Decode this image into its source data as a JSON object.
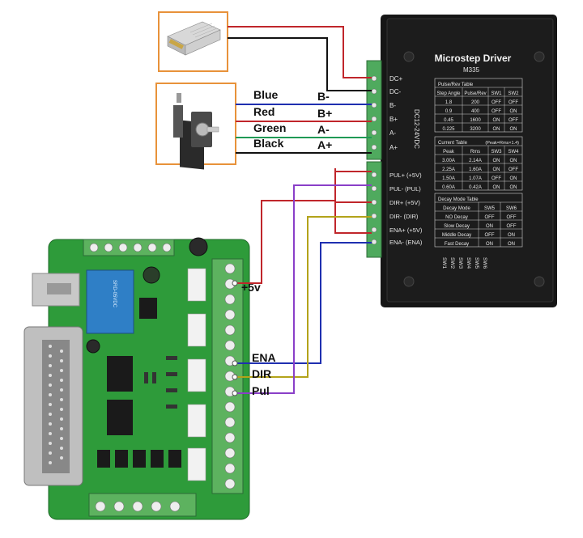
{
  "driver": {
    "title": "Microstep Driver",
    "model": "M335",
    "side_label": "DC12-24VDC",
    "power_terminals": [
      "DC+",
      "DC-",
      "B-",
      "B+",
      "A-",
      "A+"
    ],
    "signal_terminals": [
      "PUL+ (+5V)",
      "PUL- (PUL)",
      "DIR+ (+5V)",
      "DIR- (DIR)",
      "ENA+ (+5V)",
      "ENA- (ENA)"
    ],
    "pulse_table": {
      "title": "Pulse/Rev  Table",
      "headers": [
        "Step Angle",
        "Pulse/Rev",
        "SW1",
        "SW2"
      ],
      "rows": [
        [
          "1.8",
          "200",
          "OFF",
          "OFF"
        ],
        [
          "0.9",
          "400",
          "OFF",
          "ON"
        ],
        [
          "0.45",
          "1600",
          "ON",
          "OFF"
        ],
        [
          "0.225",
          "3200",
          "ON",
          "ON"
        ]
      ]
    },
    "current_table": {
      "title": "Current  Table",
      "note": "(Peak=Rms×1.4)",
      "headers": [
        "Peak",
        "Rms",
        "SW3",
        "SW4"
      ],
      "rows": [
        [
          "3.00A",
          "2.14A",
          "ON",
          "ON"
        ],
        [
          "2.25A",
          "1.60A",
          "ON",
          "OFF"
        ],
        [
          "1.50A",
          "1.07A",
          "OFF",
          "ON"
        ],
        [
          "0.60A",
          "0.42A",
          "ON",
          "ON"
        ]
      ]
    },
    "decay_table": {
      "title": "Decay Mode Table",
      "headers": [
        "Decay Mode",
        "SW5",
        "SW6"
      ],
      "rows": [
        [
          "NO Decay",
          "OFF",
          "OFF"
        ],
        [
          "Slow Decay",
          "ON",
          "OFF"
        ],
        [
          "Middle Decay",
          "OFF",
          "ON"
        ],
        [
          "Fast Decay",
          "ON",
          "ON"
        ]
      ]
    },
    "switches": [
      "SW1",
      "SW2",
      "SW3",
      "SW4",
      "SW5",
      "SW6"
    ]
  },
  "motor_wires": [
    {
      "color_name": "Blue",
      "terminal": "B-",
      "color": "#1f2fb0"
    },
    {
      "color_name": "Red",
      "terminal": "B+",
      "color": "#c0262b"
    },
    {
      "color_name": "Green",
      "terminal": "A-",
      "color": "#1f9a55"
    },
    {
      "color_name": "Black",
      "terminal": "A+",
      "color": "#111111"
    }
  ],
  "board_labels": {
    "plus5v": "+5v",
    "ena": "ENA",
    "dir": "DIR",
    "pul": "Pul"
  },
  "colors": {
    "red": "#c0262b",
    "black": "#111111",
    "blue": "#1f2fb0",
    "green": "#1f9a55",
    "purple": "#8a3fc8",
    "olive": "#b3a31a",
    "orange_frame": "#e8923a",
    "driver_body": "#161616",
    "terminal_green": "#4faa5e",
    "pcb_green": "#2e9b3a"
  }
}
